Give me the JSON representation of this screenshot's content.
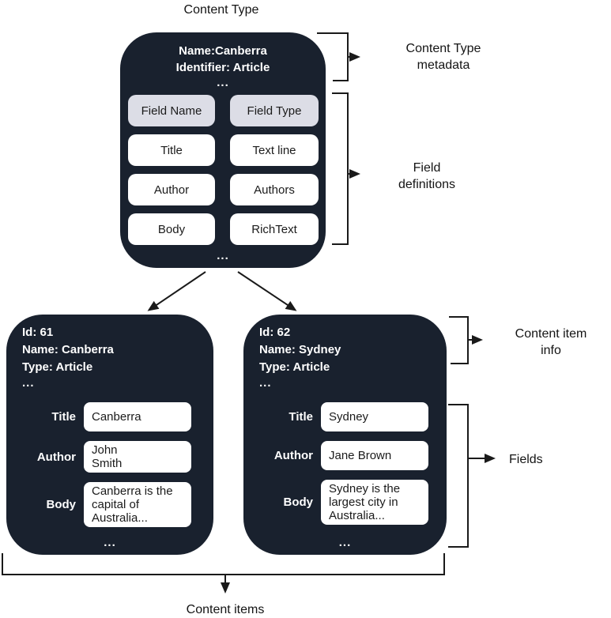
{
  "colors": {
    "box_background": "#19212e",
    "header_cell_background": "#dcdde6",
    "cell_background": "#ffffff",
    "line_color": "#1a1a1a",
    "light_text": "#ffffff",
    "dark_text": "#1b1b1b"
  },
  "diagram_title": "Content Type",
  "content_type_box": {
    "metadata_lines": [
      "Name:Canberra",
      "Identifier: Article",
      "..."
    ],
    "field_table": {
      "headers": [
        "Field Name",
        "Field Type"
      ],
      "rows": [
        {
          "name": "Title",
          "type": "Text line"
        },
        {
          "name": "Author",
          "type": "Authors"
        },
        {
          "name": "Body",
          "type": "RichText"
        }
      ],
      "more_indicator": "..."
    }
  },
  "content_items": [
    {
      "info_lines": [
        "Id: 61",
        "Name: Canberra",
        "Type: Article",
        "..."
      ],
      "fields": [
        {
          "label": "Title",
          "value": "Canberra"
        },
        {
          "label": "Author",
          "value": "John\nSmith"
        },
        {
          "label": "Body",
          "value": "Canberra is the capital of Australia..."
        }
      ],
      "more_indicator": "..."
    },
    {
      "info_lines": [
        "Id: 62",
        "Name: Sydney",
        "Type: Article",
        "..."
      ],
      "fields": [
        {
          "label": "Title",
          "value": "Sydney"
        },
        {
          "label": "Author",
          "value": "Jane Brown"
        },
        {
          "label": "Body",
          "value": "Sydney is the largest city in Australia..."
        }
      ],
      "more_indicator": "..."
    }
  ],
  "annotations": {
    "content_type_metadata": "Content Type\nmetadata",
    "field_definitions": "Field\ndefinitions",
    "content_item_info": "Content item\ninfo",
    "fields": "Fields",
    "content_items": "Content items"
  }
}
